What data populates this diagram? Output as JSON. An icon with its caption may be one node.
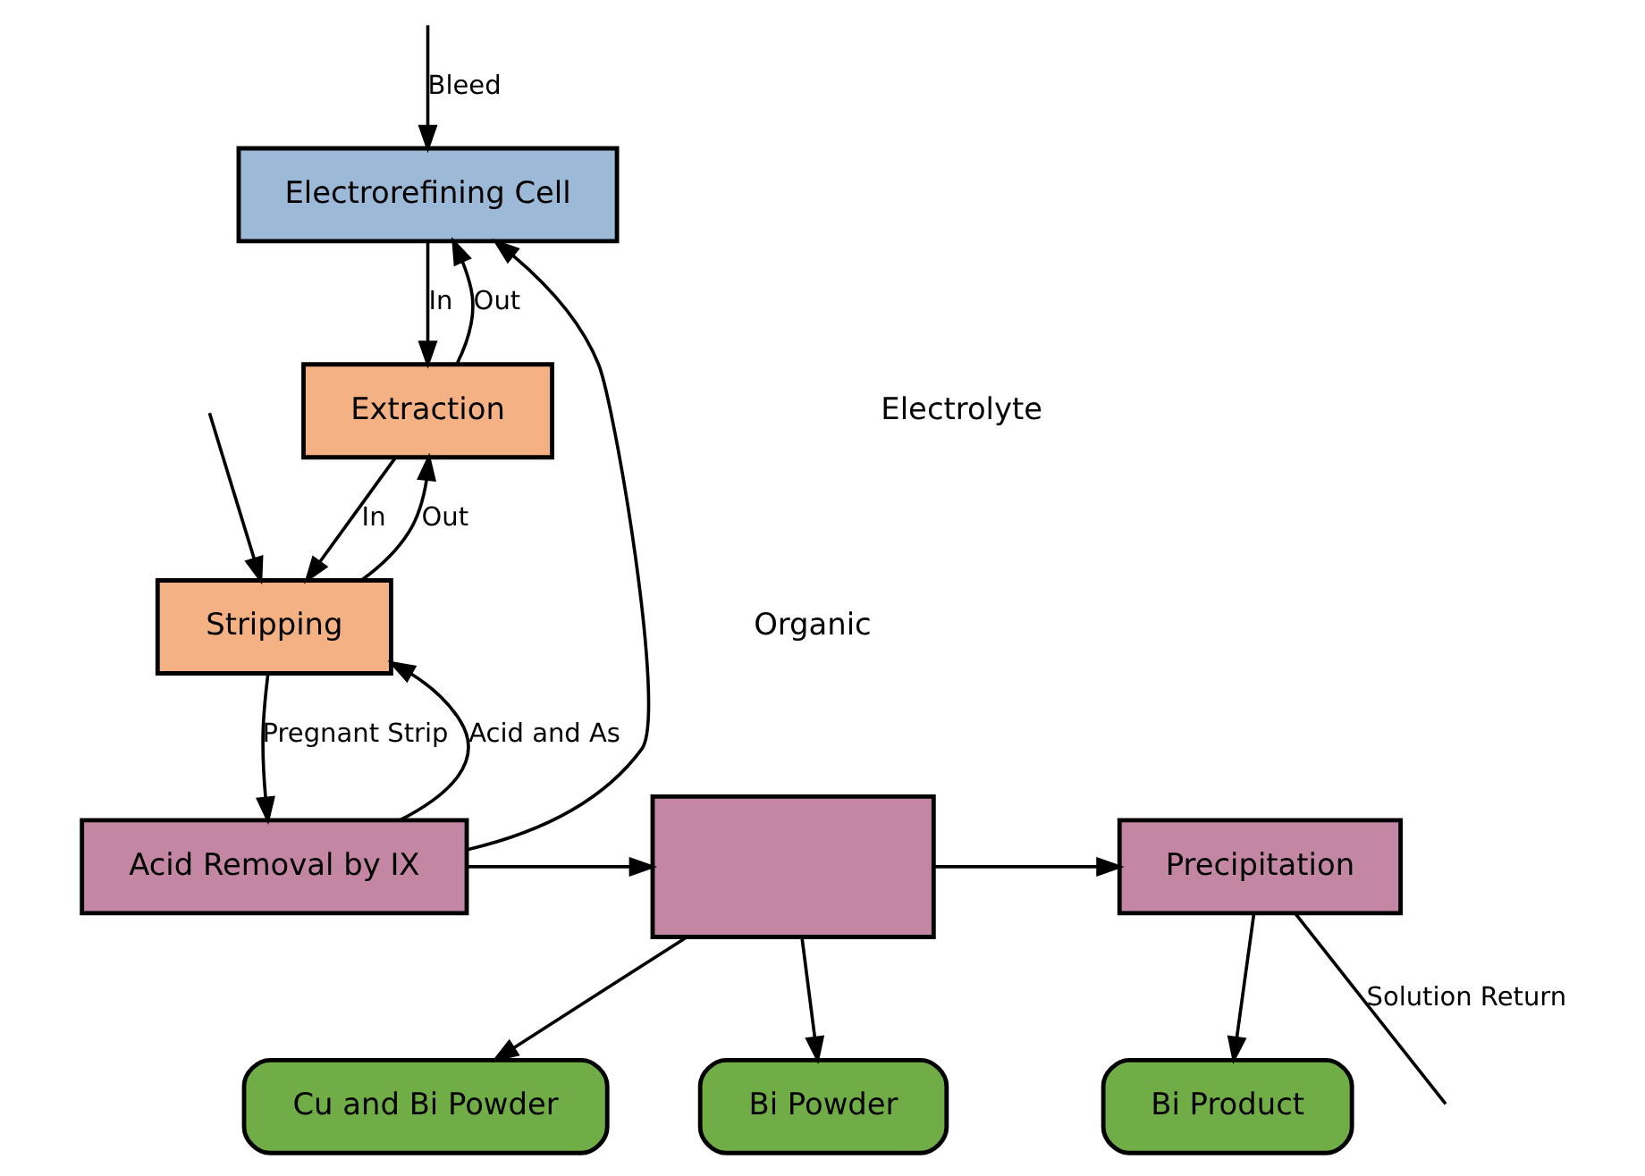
{
  "diagram": {
    "nodes": [
      {
        "text": [
          "Electrorefining Cell"
        ]
      },
      {
        "text": [
          "Extraction"
        ]
      },
      {
        "text": [
          "Stripping"
        ]
      },
      {
        "text": [
          "Acid Removal by IX"
        ]
      },
      {
        "text": [],
        "shape": "box"
      },
      {
        "text": [
          "Cu and Bi Powder"
        ]
      },
      {
        "text": [
          "Bi Powder"
        ]
      },
      {
        "text": [
          "Precipitation"
        ]
      },
      {
        "text": [
          "Bi Product"
        ]
      }
    ],
    "edges": [
      {
        "from": 0,
        "to": 1,
        "arrow": "to",
        "label": "In"
      },
      {
        "from": 1,
        "to": 0,
        "arrow": "to",
        "label": "Out"
      },
      {
        "from": 1,
        "to": 2,
        "arrow": "to",
        "label": "In"
      },
      {
        "from": 2,
        "to": 1,
        "arrow": "to",
        "label": "Out"
      },
      {
        "from": 2,
        "to": 3,
        "arrow": "to",
        "label": "Pregnant Strip"
      },
      {
        "from": null,
        "to": 0,
        "arrow": "to",
        "label": "Bleed"
      },
      {
        "from": null,
        "to": 2,
        "arrow": "to"
      },
      {
        "from": 3,
        "to": 0,
        "arrow": "to"
      },
      {
        "from": 3,
        "to": 2,
        "arrow": "to",
        "label": "Acid and As"
      },
      {
        "from": 3,
        "to": 4,
        "arrow": "to"
      },
      {
        "from": 4,
        "to": 5,
        "arrow": "to"
      },
      {
        "from": 4,
        "to": 6,
        "arrow": "to"
      },
      {
        "from": 4,
        "to": 7,
        "arrow": "to"
      },
      {
        "from": 7,
        "to": 8,
        "arrow": "to"
      },
      {
        "from": 7,
        "to": null,
        "arrow": "none",
        "label": "Solution Return"
      }
    ],
    "labels": [
      "Electrolyte",
      "Organic"
    ]
  }
}
